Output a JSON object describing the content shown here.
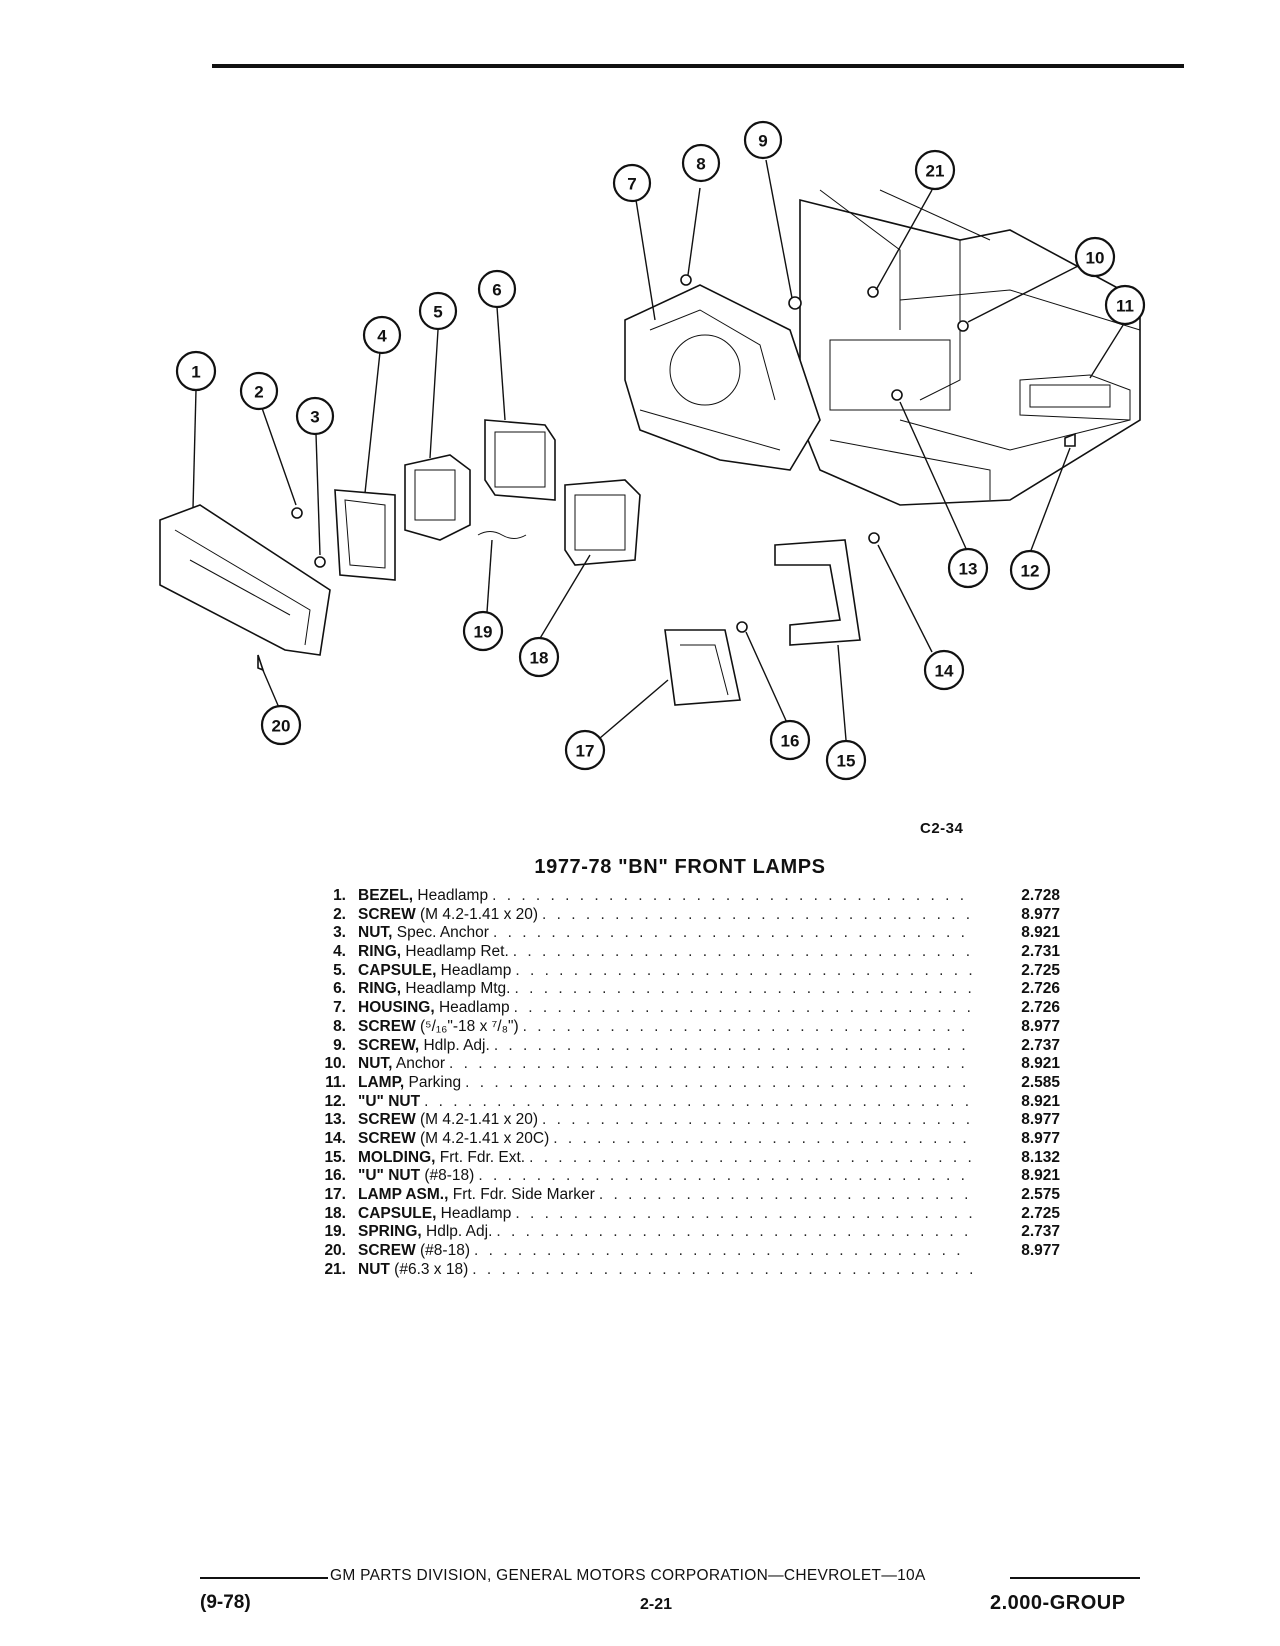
{
  "figure": {
    "code": "C2-34",
    "callouts": [
      "1",
      "2",
      "3",
      "4",
      "5",
      "6",
      "7",
      "8",
      "9",
      "10",
      "11",
      "12",
      "13",
      "14",
      "15",
      "16",
      "17",
      "18",
      "19",
      "20",
      "21"
    ]
  },
  "title": "1977-78 \"BN\" FRONT LAMPS",
  "parts": [
    {
      "num": "1.",
      "name": "BEZEL,",
      "desc": " Headlamp",
      "group": "2.728"
    },
    {
      "num": "2.",
      "name": "SCREW",
      "desc": " (M 4.2-1.41 x 20)",
      "group": "8.977"
    },
    {
      "num": "3.",
      "name": "NUT,",
      "desc": " Spec. Anchor",
      "group": "8.921"
    },
    {
      "num": "4.",
      "name": "RING,",
      "desc": " Headlamp Ret.",
      "group": "2.731"
    },
    {
      "num": "5.",
      "name": "CAPSULE,",
      "desc": " Headlamp",
      "group": "2.725"
    },
    {
      "num": "6.",
      "name": "RING,",
      "desc": " Headlamp Mtg.",
      "group": "2.726"
    },
    {
      "num": "7.",
      "name": "HOUSING,",
      "desc": " Headlamp",
      "group": "2.726"
    },
    {
      "num": "8.",
      "name": "SCREW",
      "desc": " (⁵/₁₆\"-18 x ⁷/₈\")",
      "group": "8.977"
    },
    {
      "num": "9.",
      "name": "SCREW,",
      "desc": " Hdlp. Adj.",
      "group": "2.737"
    },
    {
      "num": "10.",
      "name": "NUT,",
      "desc": " Anchor",
      "group": "8.921"
    },
    {
      "num": "11.",
      "name": "LAMP,",
      "desc": " Parking",
      "group": "2.585"
    },
    {
      "num": "12.",
      "name": "\"U\" NUT",
      "desc": "",
      "group": "8.921"
    },
    {
      "num": "13.",
      "name": "SCREW",
      "desc": " (M 4.2-1.41 x 20)",
      "group": "8.977"
    },
    {
      "num": "14.",
      "name": "SCREW",
      "desc": " (M 4.2-1.41 x 20C)",
      "group": "8.977"
    },
    {
      "num": "15.",
      "name": "MOLDING,",
      "desc": " Frt. Fdr. Ext.",
      "group": "8.132"
    },
    {
      "num": "16.",
      "name": "\"U\" NUT",
      "desc": " (#8-18)",
      "group": "8.921"
    },
    {
      "num": "17.",
      "name": "LAMP ASM.,",
      "desc": " Frt. Fdr. Side Marker",
      "group": "2.575"
    },
    {
      "num": "18.",
      "name": "CAPSULE,",
      "desc": " Headlamp",
      "group": "2.725"
    },
    {
      "num": "19.",
      "name": "SPRING,",
      "desc": " Hdlp. Adj.",
      "group": "2.737"
    },
    {
      "num": "20.",
      "name": "SCREW",
      "desc": " (#8-18)",
      "group": "8.977"
    },
    {
      "num": "21.",
      "name": "NUT",
      "desc": " (#6.3 x 18)",
      "group": ""
    }
  ],
  "footer": {
    "division": "GM PARTS DIVISION, GENERAL MOTORS CORPORATION—CHEVROLET—10A",
    "date": "(9-78)",
    "page": "2-21",
    "group": "2.000-GROUP"
  }
}
